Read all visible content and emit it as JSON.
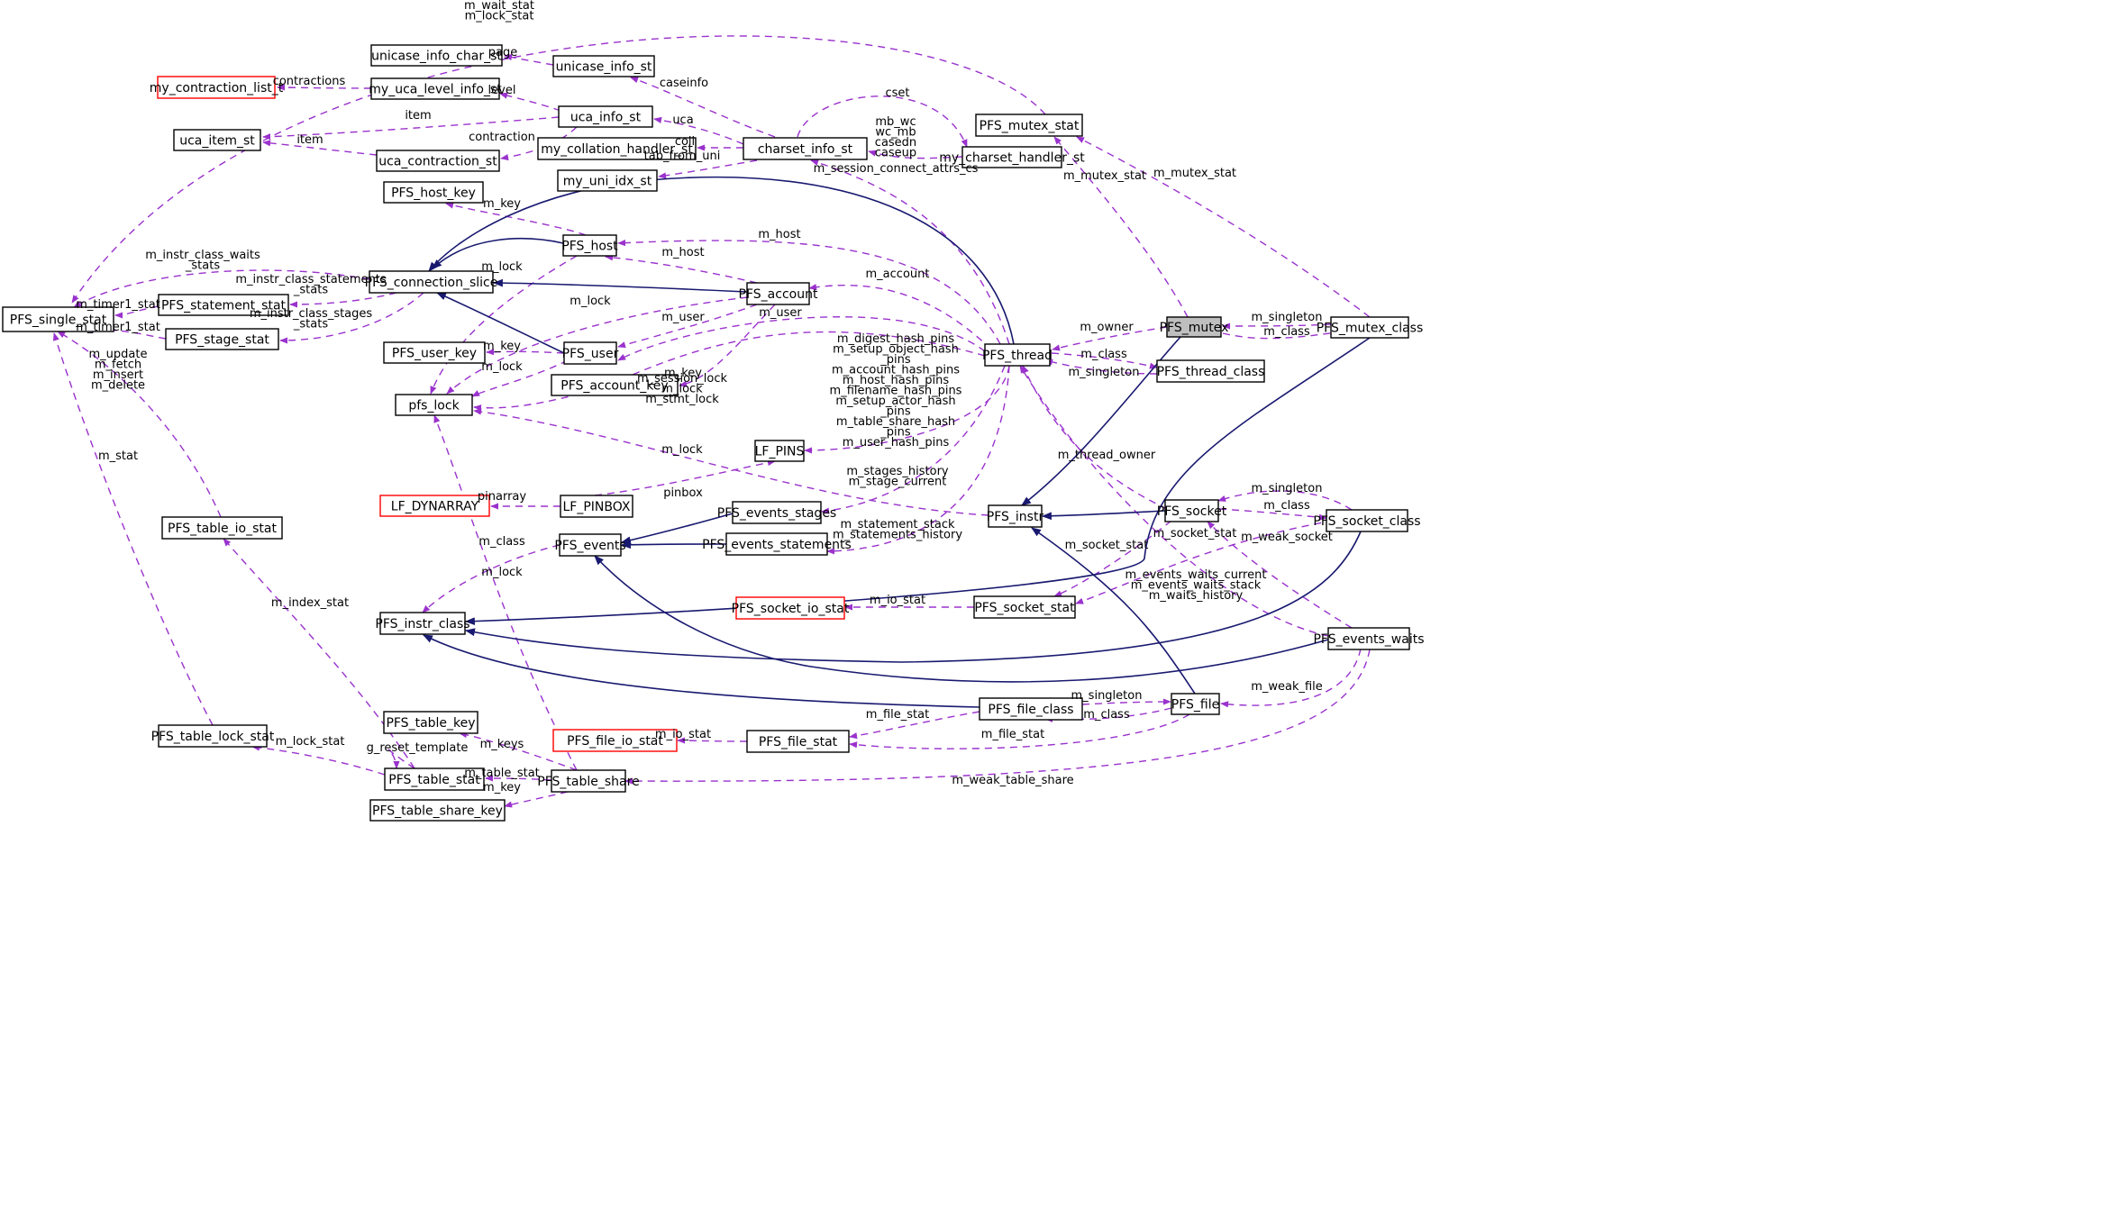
{
  "colors": {
    "usage_edge": "#9a32cd",
    "inherit_edge": "#191970",
    "highlight": "#bfbfbf",
    "red_border": "#ff0000"
  },
  "nodes": {
    "PFS_single_stat": "PFS_single_stat",
    "unicase_info_char_st": "unicase_info_char_st",
    "unicase_info_st": "unicase_info_st",
    "my_contraction_list_t": "my_contraction_list_t",
    "my_uca_level_info_st": "my_uca_level_info_st",
    "uca_item_st": "uca_item_st",
    "uca_info_st": "uca_info_st",
    "uca_contraction_st": "uca_contraction_st",
    "my_collation_handler_st": "my_collation_handler_st",
    "charset_info_st": "charset_info_st",
    "my_uni_idx_st": "my_uni_idx_st",
    "PFS_mutex_stat": "PFS_mutex_stat",
    "my_charset_handler_st": "my_charset_handler_st",
    "PFS_host_key": "PFS_host_key",
    "PFS_host": "PFS_host",
    "PFS_connection_slice": "PFS_connection_slice",
    "PFS_statement_stat": "PFS_statement_stat",
    "PFS_stage_stat": "PFS_stage_stat",
    "PFS_account": "PFS_account",
    "PFS_user_key": "PFS_user_key",
    "PFS_user": "PFS_user",
    "PFS_account_key": "PFS_account_key",
    "pfs_lock": "pfs_lock",
    "PFS_thread": "PFS_thread",
    "PFS_mutex": "PFS_mutex",
    "PFS_mutex_class": "PFS_mutex_class",
    "PFS_thread_class": "PFS_thread_class",
    "LF_PINS": "LF_PINS",
    "LF_DYNARRAY": "LF_DYNARRAY",
    "LF_PINBOX": "LF_PINBOX",
    "PFS_events_stages": "PFS_events_stages",
    "PFS_instr": "PFS_instr",
    "PFS_socket": "PFS_socket",
    "PFS_socket_class": "PFS_socket_class",
    "PFS_table_io_stat": "PFS_table_io_stat",
    "PFS_events": "PFS_events",
    "PFS_events_statements": "PFS_events_statements",
    "PFS_socket_io_stat": "PFS_socket_io_stat",
    "PFS_socket_stat": "PFS_socket_stat",
    "PFS_instr_class": "PFS_instr_class",
    "PFS_events_waits": "PFS_events_waits",
    "PFS_file_class": "PFS_file_class",
    "PFS_file": "PFS_file",
    "PFS_table_key": "PFS_table_key",
    "PFS_table_lock_stat": "PFS_table_lock_stat",
    "PFS_file_io_stat": "PFS_file_io_stat",
    "PFS_file_stat": "PFS_file_stat",
    "PFS_table_stat": "PFS_table_stat",
    "PFS_table_share": "PFS_table_share",
    "PFS_table_share_key": "PFS_table_share_key"
  },
  "labels": {
    "wait_lock_stat": [
      "m_wait_stat",
      "m_lock_stat"
    ],
    "page": [
      "page"
    ],
    "caseinfo": [
      "caseinfo"
    ],
    "contractions": [
      "contractions"
    ],
    "level": [
      "level"
    ],
    "cset": [
      "cset"
    ],
    "item1": [
      "item"
    ],
    "uca": [
      "uca"
    ],
    "item2": [
      "item"
    ],
    "contraction": [
      "contraction"
    ],
    "coll": [
      "coll"
    ],
    "cs_handler": [
      "mb_wc",
      "wc_mb",
      "casedn",
      "caseup"
    ],
    "tab_from_uni": [
      "tab_from_uni"
    ],
    "session_attrs": [
      "m_session_connect_attrs_cs"
    ],
    "mutex_stat_a": [
      "m_mutex_stat"
    ],
    "mutex_stat_b": [
      "m_mutex_stat"
    ],
    "m_key_host": [
      "m_key"
    ],
    "m_host_thread": [
      "m_host"
    ],
    "waits_stats": [
      "m_instr_class_waits",
      "_stats"
    ],
    "m_lock_host": [
      "m_lock"
    ],
    "m_host_account": [
      "m_host"
    ],
    "stmt_stats": [
      "m_instr_class_statements",
      "_stats"
    ],
    "m_timer1_a": [
      "m_timer1_stat"
    ],
    "m_account": [
      "m_account"
    ],
    "stage_stats": [
      "m_instr_class_stages",
      "_stats"
    ],
    "m_lock_account": [
      "m_lock"
    ],
    "m_user_thread": [
      "m_user"
    ],
    "m_timer1_b": [
      "m_timer1_stat"
    ],
    "m_user_account": [
      "m_user"
    ],
    "m_owner": [
      "m_owner"
    ],
    "m_singleton_mutex": [
      "m_singleton"
    ],
    "m_class_mutex": [
      "m_class"
    ],
    "table_ops": [
      "m_update",
      "m_fetch",
      "m_insert",
      "m_delete"
    ],
    "m_key_user": [
      "m_key"
    ],
    "hash_pins": [
      "m_digest_hash_pins",
      "m_setup_object_hash",
      "_pins",
      "m_account_hash_pins",
      "m_host_hash_pins",
      "m_filename_hash_pins",
      "m_setup_actor_hash",
      "_pins",
      "m_table_share_hash",
      "_pins",
      "m_user_hash_pins"
    ],
    "m_class_thread": [
      "m_class"
    ],
    "m_key_account": [
      "m_key"
    ],
    "m_lock_user": [
      "m_lock"
    ],
    "m_singleton_thread": [
      "m_singleton"
    ],
    "session_lock": [
      "m_session_lock",
      "m_lock",
      "m_stmt_lock"
    ],
    "m_stat": [
      "m_stat"
    ],
    "m_lock_instr": [
      "m_lock"
    ],
    "m_thread": [
      "m_thread"
    ],
    "m_thread_owner": [
      "m_thread_owner"
    ],
    "stages_hist": [
      "m_stages_history",
      "m_stage_current"
    ],
    "pinbox": [
      "pinbox"
    ],
    "m_singleton_socket": [
      "m_singleton"
    ],
    "pinarray": [
      "pinarray"
    ],
    "m_class_socket": [
      "m_class"
    ],
    "stmt_hist": [
      "m_statement_stack",
      "m_statements_history"
    ],
    "m_socket_stat_a": [
      "m_socket_stat"
    ],
    "m_weak_socket": [
      "m_weak_socket"
    ],
    "m_class_events": [
      "m_class"
    ],
    "m_socket_stat_b": [
      "m_socket_stat"
    ],
    "m_lock_events": [
      "m_lock"
    ],
    "waits_hist": [
      "m_events_waits_current",
      "m_events_waits_stack",
      "m_waits_history"
    ],
    "m_index_stat": [
      "m_index_stat"
    ],
    "m_io_stat_socket": [
      "m_io_stat"
    ],
    "m_weak_file": [
      "m_weak_file"
    ],
    "m_singleton_file": [
      "m_singleton"
    ],
    "m_file_stat_a": [
      "m_file_stat"
    ],
    "m_class_file": [
      "m_class"
    ],
    "m_io_stat_file": [
      "m_io_stat"
    ],
    "m_file_stat_b": [
      "m_file_stat"
    ],
    "m_lock_stat": [
      "m_lock_stat"
    ],
    "m_keys": [
      "m_keys"
    ],
    "g_reset": [
      "g_reset_template"
    ],
    "m_table_stat": [
      "m_table_stat"
    ],
    "m_weak_table_share": [
      "m_weak_table_share"
    ],
    "m_key_table": [
      "m_key"
    ]
  }
}
